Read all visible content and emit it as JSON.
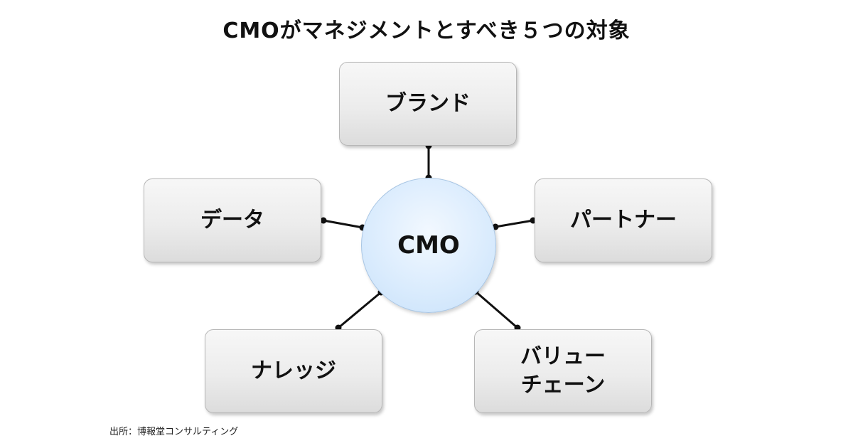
{
  "title": "CMOがマネジメントとすべき５つの対象",
  "center": {
    "label": "CMO"
  },
  "nodes": [
    {
      "id": "brand",
      "label": "ブランド"
    },
    {
      "id": "data",
      "label": "データ"
    },
    {
      "id": "partner",
      "label": "パートナー"
    },
    {
      "id": "knowledge",
      "label": "ナレッジ"
    },
    {
      "id": "value-chain",
      "label": "バリュー\nチェーン"
    }
  ],
  "source": "出所：博報堂コンサルティング",
  "colors": {
    "box_border": "#b7b7b7",
    "hub_fill": "#d9ebfd",
    "connector": "#111111"
  }
}
